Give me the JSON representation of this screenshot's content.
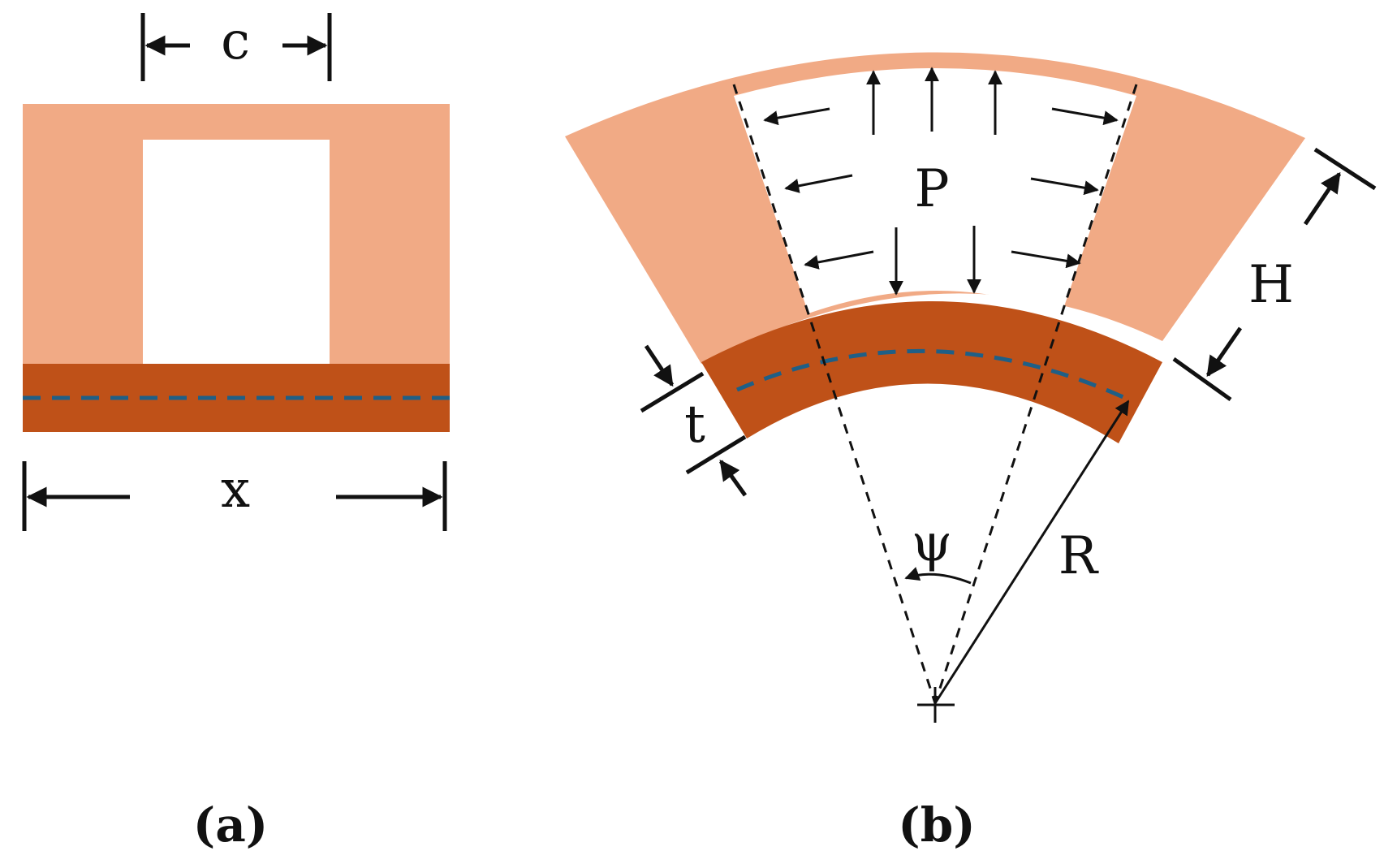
{
  "colors": {
    "light_layer": "#f1aa85",
    "dark_layer": "#bf5118",
    "neutral_line": "#1f5f86",
    "ink": "#111111"
  },
  "panel_a": {
    "label_c": "c",
    "label_x": "x",
    "caption": "(a)"
  },
  "panel_b": {
    "label_p": "P",
    "label_h": "H",
    "label_t": "t",
    "label_psi": "ψ",
    "label_r": "R",
    "caption": "(b)"
  }
}
